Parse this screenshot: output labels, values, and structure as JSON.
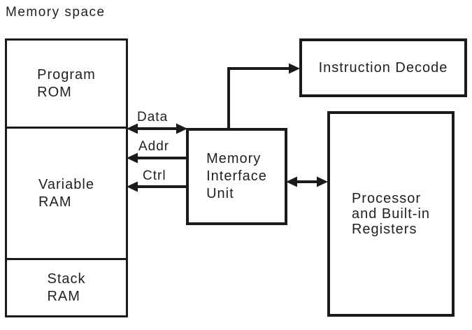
{
  "title": "Memory space",
  "memory_box": {
    "sections": [
      {
        "lines": [
          "Program",
          "ROM"
        ]
      },
      {
        "lines": [
          "Variable",
          "RAM"
        ]
      },
      {
        "lines": [
          "Stack",
          "RAM"
        ]
      }
    ]
  },
  "miu_box": {
    "lines": [
      "Memory",
      "Interface",
      "Unit"
    ]
  },
  "instruction_decode_box": {
    "label": "Instruction Decode"
  },
  "processor_box": {
    "lines": [
      "Processor",
      "and Built-in",
      "Registers"
    ]
  },
  "bus_labels": {
    "data": "Data",
    "addr": "Addr",
    "ctrl": "Ctrl"
  },
  "colors": {
    "line": "#1a1a1a",
    "text": "#231f20",
    "background": "#ffffff"
  }
}
